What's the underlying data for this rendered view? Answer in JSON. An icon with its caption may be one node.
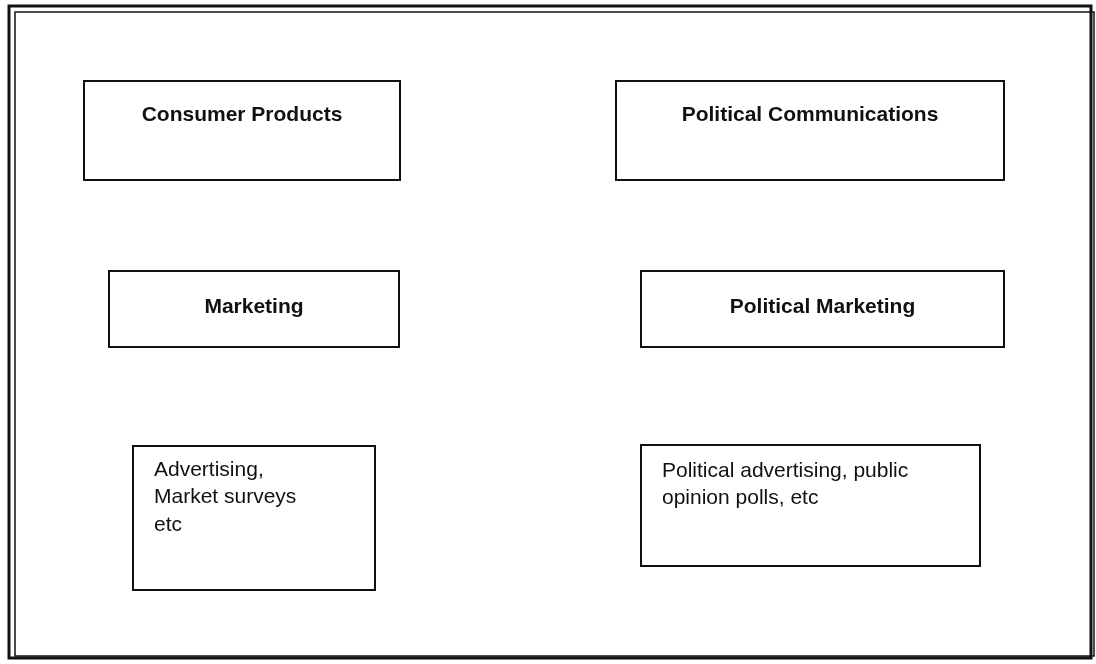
{
  "diagram": {
    "nodes": [
      {
        "text": [
          "Consumer Products"
        ]
      },
      {
        "text": [
          "Political Communications"
        ]
      },
      {
        "text": [
          "Marketing"
        ]
      },
      {
        "text": [
          "Political Marketing"
        ]
      },
      {
        "text": [
          "Advertising, Market surveys etc"
        ]
      },
      {
        "text": [
          "Political advertising, public opinion polls, etc"
        ]
      }
    ]
  }
}
